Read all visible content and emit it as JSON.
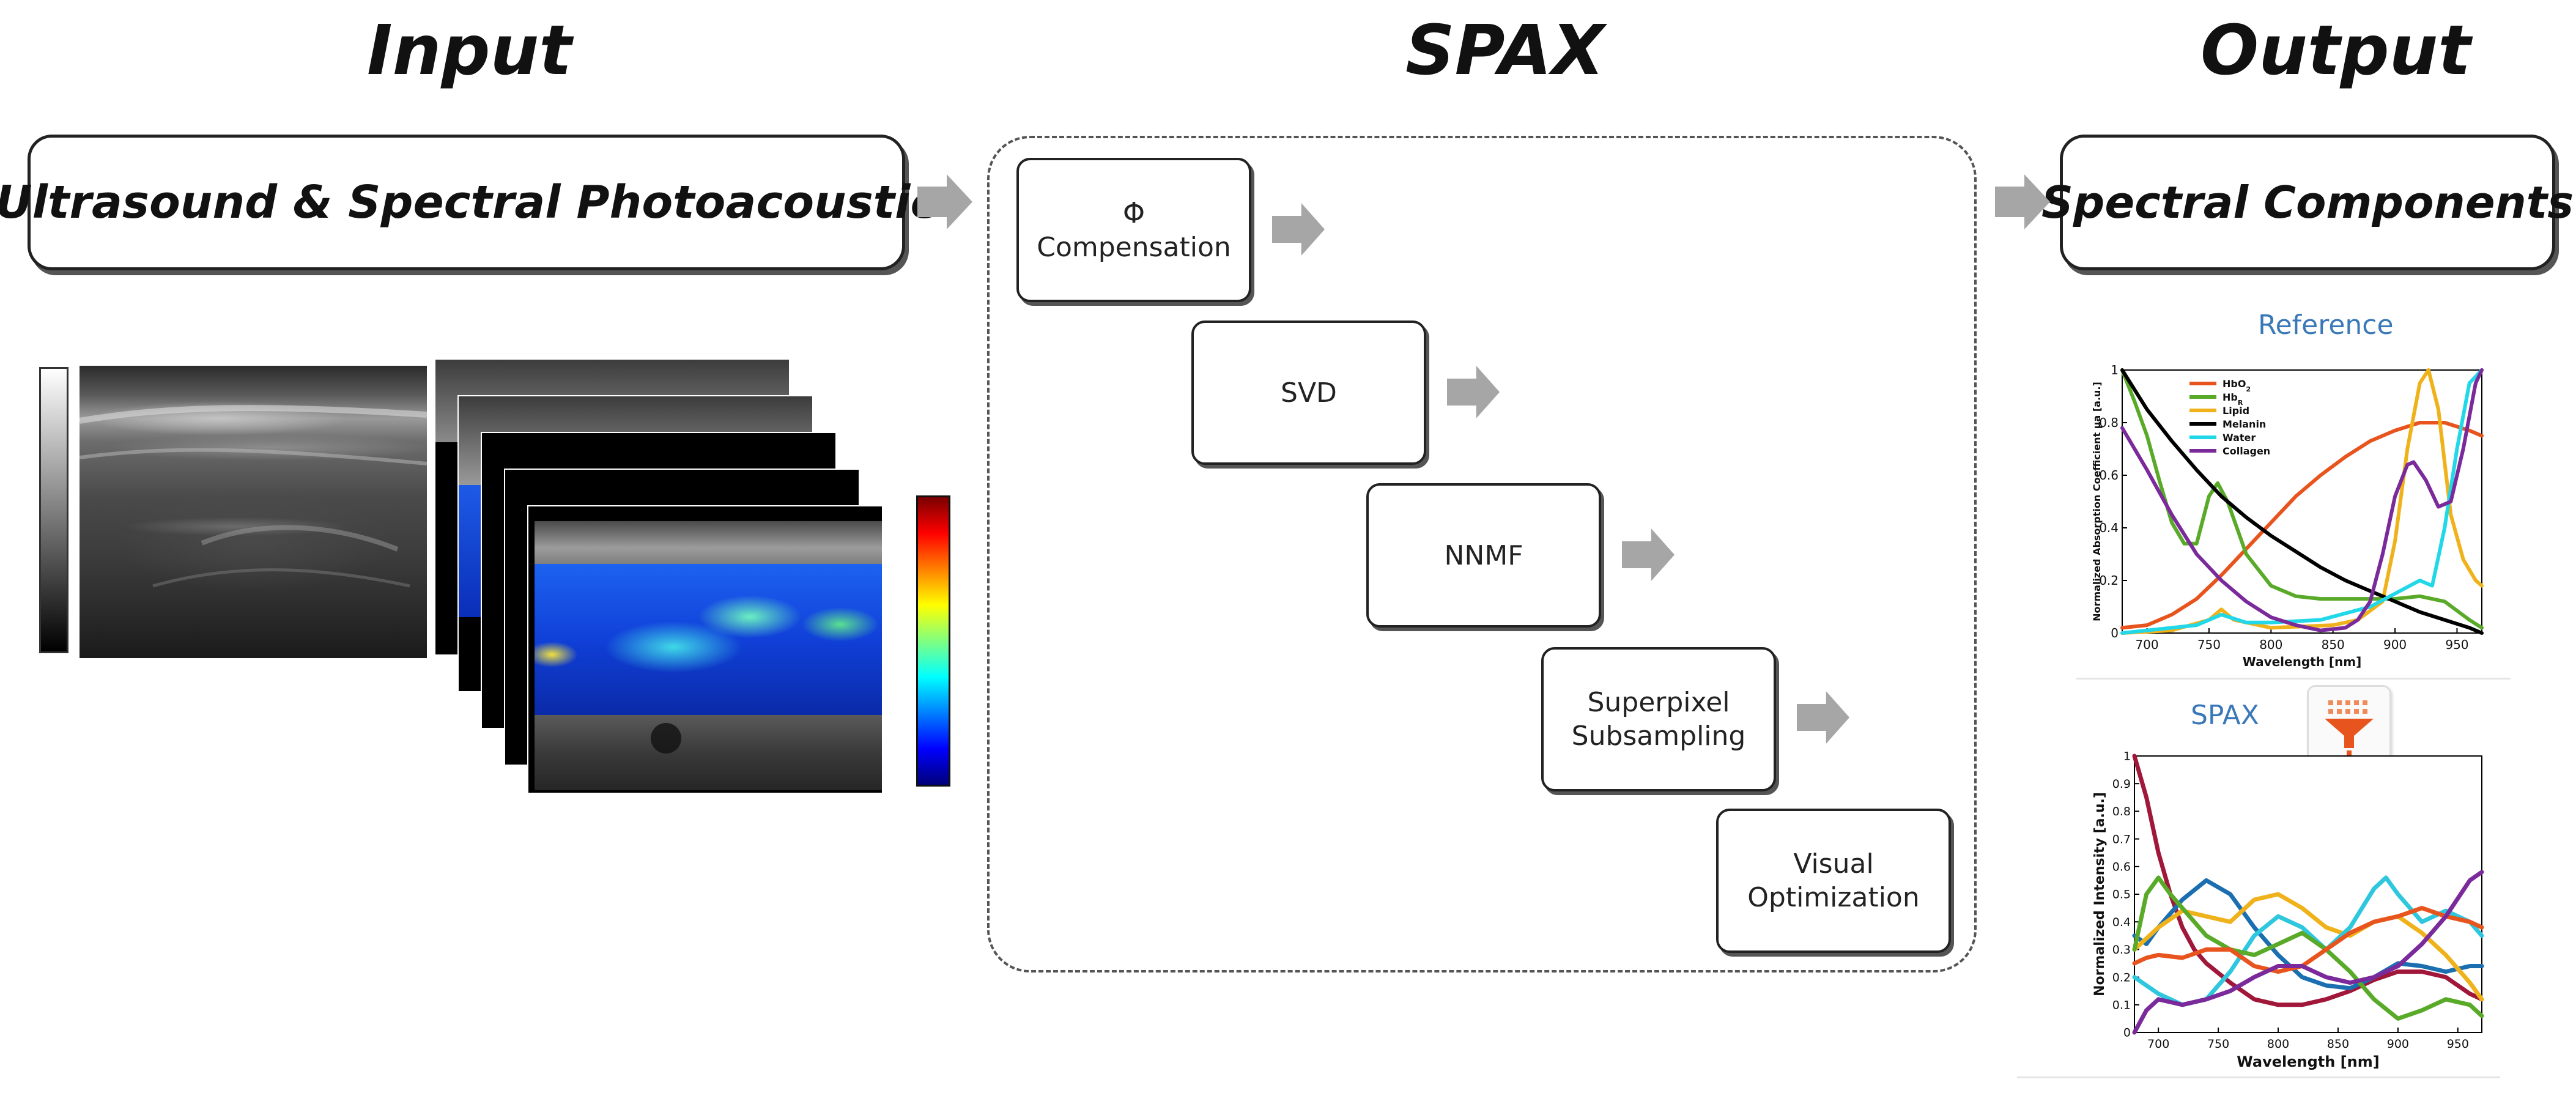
{
  "sections": {
    "input": "Input",
    "spax": "SPAX",
    "output": "Output"
  },
  "input_banner": "Ultrasound & Spectral Photoacoustic",
  "output_banner": "Spectral Components",
  "pipeline": {
    "phi": "Φ",
    "compensation": "Compensation",
    "svd": "SVD",
    "nnmf": "NNMF",
    "superpixel_line1": "Superpixel",
    "superpixel_line2": "Subsampling",
    "visual_line1": "Visual",
    "visual_line2": "Optimization"
  },
  "colors": {
    "arrow": "#a6a6a6",
    "chart_title": "#3a78b8",
    "HbO2": "#e8541e",
    "HbR": "#5aaa2a",
    "Lipid": "#f0b21a",
    "Melanin": "#000000",
    "Water": "#22d8e8",
    "Collagen": "#7a2a9a"
  },
  "chart_data": [
    {
      "type": "line",
      "title": "Reference",
      "xlabel": "Wavelength [nm]",
      "ylabel": "Normalized Absorption Coefficient μa [a.u.]",
      "xlim": [
        680,
        970
      ],
      "ylim": [
        0,
        1
      ],
      "xticks": [
        "700",
        "750",
        "800",
        "850",
        "900",
        "950"
      ],
      "yticks": [
        "0",
        "0.2",
        "0.4",
        "0.6",
        "0.8",
        "1"
      ],
      "legend_position": "top-left",
      "series": [
        {
          "name": "HbO2",
          "label_main": "HbO",
          "label_sub": "2",
          "color": "#e8541e",
          "x": [
            680,
            700,
            720,
            740,
            760,
            780,
            800,
            820,
            840,
            860,
            880,
            900,
            920,
            940,
            960,
            970
          ],
          "y": [
            0.02,
            0.03,
            0.07,
            0.13,
            0.22,
            0.32,
            0.42,
            0.52,
            0.6,
            0.67,
            0.73,
            0.77,
            0.8,
            0.8,
            0.77,
            0.75
          ]
        },
        {
          "name": "HbR",
          "label_main": "Hb",
          "label_sub": "R",
          "color": "#5aaa2a",
          "x": [
            680,
            690,
            700,
            710,
            720,
            730,
            740,
            750,
            757,
            765,
            780,
            800,
            820,
            840,
            860,
            880,
            900,
            920,
            940,
            960,
            970
          ],
          "y": [
            1.0,
            0.88,
            0.75,
            0.58,
            0.42,
            0.34,
            0.34,
            0.52,
            0.57,
            0.5,
            0.3,
            0.18,
            0.14,
            0.13,
            0.13,
            0.13,
            0.13,
            0.14,
            0.12,
            0.05,
            0.02
          ]
        },
        {
          "name": "Lipid",
          "label_main": "Lipid",
          "label_sub": "",
          "color": "#f0b21a",
          "x": [
            680,
            720,
            750,
            760,
            770,
            800,
            850,
            870,
            890,
            900,
            910,
            920,
            927,
            935,
            945,
            955,
            965,
            970
          ],
          "y": [
            0.0,
            0.01,
            0.05,
            0.09,
            0.05,
            0.02,
            0.03,
            0.05,
            0.12,
            0.35,
            0.7,
            0.95,
            1.0,
            0.85,
            0.45,
            0.28,
            0.2,
            0.18
          ]
        },
        {
          "name": "Melanin",
          "label_main": "Melanin",
          "label_sub": "",
          "color": "#000000",
          "x": [
            680,
            700,
            720,
            740,
            760,
            780,
            800,
            820,
            840,
            860,
            880,
            900,
            920,
            940,
            960,
            970
          ],
          "y": [
            1.0,
            0.85,
            0.73,
            0.62,
            0.52,
            0.44,
            0.37,
            0.31,
            0.25,
            0.2,
            0.16,
            0.12,
            0.08,
            0.05,
            0.02,
            0.0
          ]
        },
        {
          "name": "Water",
          "label_main": "Water",
          "label_sub": "",
          "color": "#22d8e8",
          "x": [
            680,
            700,
            740,
            760,
            780,
            800,
            840,
            880,
            900,
            920,
            930,
            940,
            950,
            960,
            970
          ],
          "y": [
            0.0,
            0.01,
            0.03,
            0.07,
            0.04,
            0.04,
            0.05,
            0.1,
            0.15,
            0.2,
            0.18,
            0.4,
            0.7,
            0.95,
            1.0
          ]
        },
        {
          "name": "Collagen",
          "label_main": "Collagen",
          "label_sub": "",
          "color": "#7a2a9a",
          "x": [
            680,
            700,
            720,
            740,
            760,
            780,
            800,
            820,
            840,
            860,
            870,
            880,
            890,
            900,
            910,
            915,
            925,
            935,
            945,
            955,
            965,
            970
          ],
          "y": [
            0.78,
            0.62,
            0.45,
            0.3,
            0.2,
            0.12,
            0.06,
            0.03,
            0.01,
            0.02,
            0.05,
            0.12,
            0.3,
            0.52,
            0.64,
            0.65,
            0.58,
            0.48,
            0.5,
            0.7,
            0.95,
            1.0
          ]
        }
      ]
    },
    {
      "type": "line",
      "title": "SPAX",
      "xlabel": "Wavelength [nm]",
      "ylabel": "Normalized Intensity [a.u.]",
      "xlim": [
        680,
        970
      ],
      "ylim": [
        0,
        1
      ],
      "xticks": [
        "700",
        "750",
        "800",
        "850",
        "900",
        "950"
      ],
      "yticks": [
        "0",
        "0.1",
        "0.2",
        "0.3",
        "0.4",
        "0.5",
        "0.6",
        "0.7",
        "0.8",
        "0.9",
        "1"
      ],
      "series": [
        {
          "color": "#a0173a",
          "x": [
            680,
            690,
            700,
            710,
            720,
            730,
            740,
            760,
            780,
            800,
            820,
            840,
            860,
            880,
            900,
            920,
            940,
            960,
            970
          ],
          "y": [
            1.0,
            0.85,
            0.65,
            0.5,
            0.38,
            0.3,
            0.25,
            0.18,
            0.12,
            0.1,
            0.1,
            0.12,
            0.15,
            0.19,
            0.22,
            0.22,
            0.2,
            0.14,
            0.12
          ]
        },
        {
          "color": "#1b6fb0",
          "x": [
            680,
            690,
            700,
            720,
            740,
            760,
            780,
            800,
            820,
            840,
            860,
            880,
            900,
            920,
            940,
            960,
            970
          ],
          "y": [
            0.35,
            0.32,
            0.38,
            0.48,
            0.55,
            0.5,
            0.38,
            0.28,
            0.2,
            0.17,
            0.16,
            0.2,
            0.25,
            0.24,
            0.22,
            0.24,
            0.24
          ]
        },
        {
          "color": "#f0b21a",
          "x": [
            680,
            700,
            720,
            740,
            760,
            780,
            800,
            820,
            840,
            860,
            880,
            900,
            920,
            940,
            960,
            970
          ],
          "y": [
            0.3,
            0.38,
            0.44,
            0.42,
            0.4,
            0.48,
            0.5,
            0.45,
            0.38,
            0.35,
            0.4,
            0.42,
            0.36,
            0.28,
            0.18,
            0.12
          ]
        },
        {
          "color": "#2ec7de",
          "x": [
            680,
            700,
            720,
            740,
            760,
            780,
            800,
            820,
            840,
            860,
            880,
            890,
            900,
            920,
            940,
            960,
            970
          ],
          "y": [
            0.2,
            0.14,
            0.1,
            0.12,
            0.22,
            0.35,
            0.42,
            0.38,
            0.3,
            0.38,
            0.52,
            0.56,
            0.5,
            0.4,
            0.44,
            0.4,
            0.35
          ]
        },
        {
          "color": "#5aaa2a",
          "x": [
            680,
            690,
            700,
            710,
            720,
            740,
            760,
            780,
            800,
            820,
            840,
            860,
            880,
            900,
            920,
            940,
            960,
            970
          ],
          "y": [
            0.3,
            0.5,
            0.56,
            0.5,
            0.45,
            0.35,
            0.3,
            0.28,
            0.32,
            0.36,
            0.3,
            0.22,
            0.12,
            0.05,
            0.08,
            0.12,
            0.1,
            0.06
          ]
        },
        {
          "color": "#e8541e",
          "x": [
            680,
            690,
            700,
            720,
            740,
            760,
            780,
            800,
            820,
            840,
            860,
            880,
            900,
            920,
            940,
            960,
            970
          ],
          "y": [
            0.25,
            0.27,
            0.28,
            0.27,
            0.3,
            0.3,
            0.24,
            0.22,
            0.24,
            0.3,
            0.36,
            0.4,
            0.42,
            0.45,
            0.42,
            0.4,
            0.38
          ]
        },
        {
          "color": "#7a2a9a",
          "x": [
            680,
            690,
            700,
            720,
            740,
            760,
            780,
            800,
            820,
            840,
            860,
            880,
            900,
            920,
            940,
            960,
            970
          ],
          "y": [
            0.0,
            0.08,
            0.12,
            0.1,
            0.12,
            0.15,
            0.2,
            0.24,
            0.24,
            0.2,
            0.18,
            0.2,
            0.24,
            0.32,
            0.42,
            0.55,
            0.58
          ]
        }
      ]
    }
  ]
}
